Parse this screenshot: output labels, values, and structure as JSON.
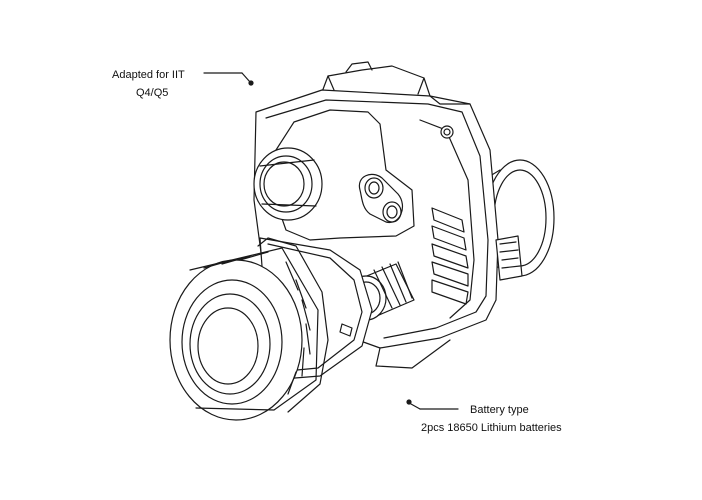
{
  "callouts": {
    "tube": {
      "line1": "Adapted for IIT",
      "line2": "Q4/Q5"
    },
    "battery": {
      "line1": "Battery type",
      "line2": "2pcs 18650 Lithium batteries"
    }
  },
  "colors": {
    "line": "#1a1a1a",
    "background": "#ffffff"
  }
}
